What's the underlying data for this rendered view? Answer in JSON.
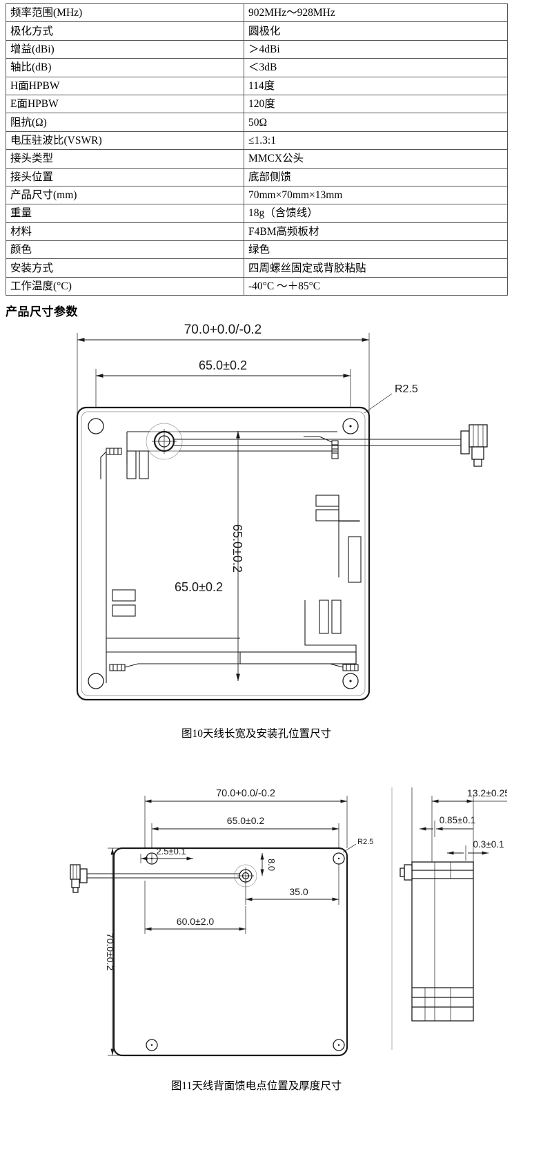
{
  "spec_table": {
    "rows": [
      {
        "key": "频率范围(MHz)",
        "value": "902MHz～928MHz"
      },
      {
        "key": "极化方式",
        "value": "圆极化"
      },
      {
        "key": "增益(dBi)",
        "value": "＞4dBi"
      },
      {
        "key": "轴比(dB)",
        "value": "＜3dB"
      },
      {
        "key": "H面HPBW",
        "value": "114度"
      },
      {
        "key": "E面HPBW",
        "value": "120度"
      },
      {
        "key": "阻抗(Ω)",
        "value": "50Ω"
      },
      {
        "key": "电压驻波比(VSWR)",
        "value": "≤1.3:1"
      },
      {
        "key": "接头类型",
        "value": "MMCX公头"
      },
      {
        "key": "接头位置",
        "value": "底部侧馈"
      },
      {
        "key": "产品尺寸(mm)",
        "value": "70mm×70mm×13mm"
      },
      {
        "key": "重量",
        "value": "18g（含馈线）"
      },
      {
        "key": "材料",
        "value": "F4BM高频板材"
      },
      {
        "key": "颜色",
        "value": "绿色"
      },
      {
        "key": "安装方式",
        "value": "四周螺丝固定或背胶粘贴"
      },
      {
        "key": "工作温度(°C)",
        "value": "-40°C ～＋85°C"
      }
    ]
  },
  "section_heading": "产品尺寸参数",
  "figure_10": {
    "caption": "图10天线长宽及安装孔位置尺寸",
    "dimensions": {
      "overall_width": "70.0+0.0/-0.2",
      "hole_pitch_horizontal": "65.0±0.2",
      "hole_pitch_vertical": "65.0±0.2",
      "inner_width": "65.0±0.2",
      "corner_radius": "R2.5"
    }
  },
  "figure_11": {
    "caption": "图11天线背面馈电点位置及厚度尺寸",
    "dimensions": {
      "overall_width": "70.0+0.0/-0.2",
      "hole_pitch_horizontal": "65.0±0.2",
      "hole_edge_offset": "2.5±0.1",
      "feed_offset_vertical": "8.0",
      "feed_offset_horizontal": "35.0",
      "feed_span": "60.0±2.0",
      "overall_height": "70.0±0.2",
      "corner_radius": "R2.5",
      "total_thickness": "13.2±0.25",
      "board_thickness": "0.85±0.1",
      "copper_thickness": "0.3±0.1"
    }
  },
  "colors": {
    "line": "#1a1a1a",
    "border": "#555555",
    "background": "#ffffff"
  }
}
